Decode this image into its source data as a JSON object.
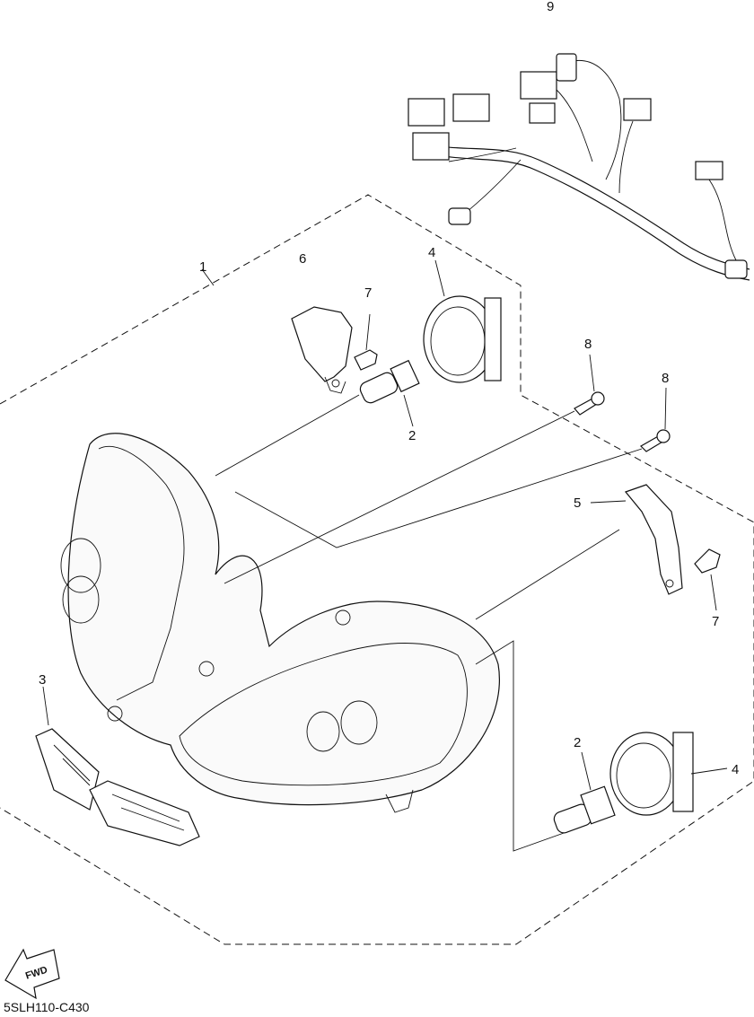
{
  "callouts": {
    "c1": "1",
    "c2a": "2",
    "c2b": "2",
    "c3": "3",
    "c4a": "4",
    "c4b": "4",
    "c5": "5",
    "c6": "6",
    "c7a": "7",
    "c7b": "7",
    "c8a": "8",
    "c8b": "8",
    "c9": "9"
  },
  "fwd_label": "FWD",
  "diagram_code": "5SLH110-C430"
}
